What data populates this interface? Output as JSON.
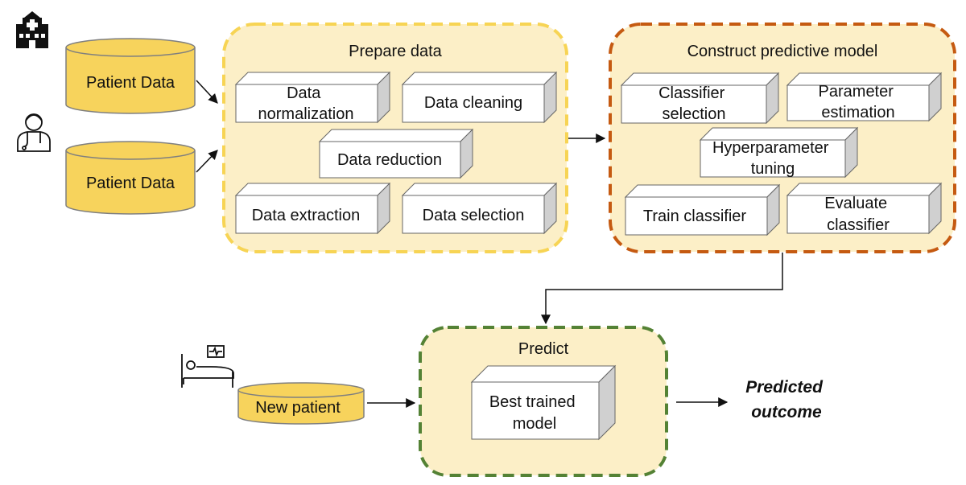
{
  "sources": [
    {
      "label": "Patient Data",
      "icon": "hospital-icon"
    },
    {
      "label": "Patient Data",
      "icon": "doctor-icon"
    }
  ],
  "prepare": {
    "title": "Prepare data",
    "steps": {
      "normalization": [
        "Data",
        "normalization"
      ],
      "cleaning": "Data cleaning",
      "reduction": "Data reduction",
      "extraction": "Data extraction",
      "selection": "Data selection"
    }
  },
  "construct": {
    "title": "Construct predictive model",
    "steps": {
      "classifier_selection": [
        "Classifier",
        "selection"
      ],
      "parameter_estimation": [
        "Parameter",
        "estimation"
      ],
      "hyperparameter_tuning": [
        "Hyperparameter",
        "tuning"
      ],
      "train_classifier": "Train classifier",
      "evaluate_classifier": [
        "Evaluate",
        "classifier"
      ]
    }
  },
  "predict": {
    "title": "Predict",
    "model": [
      "Best trained",
      "model"
    ],
    "input_label": "New patient",
    "input_icon": "patient-bed-icon",
    "output": [
      "Predicted",
      "outcome"
    ]
  },
  "colors": {
    "panel_fill": "#FCEFC7",
    "prepare_border": "#F7D454",
    "construct_border": "#C55A11",
    "predict_border": "#548235",
    "cylinder_fill": "#F7D35C",
    "cylinder_stroke": "#7F7F7F",
    "box_side": "#D0D0D0"
  }
}
